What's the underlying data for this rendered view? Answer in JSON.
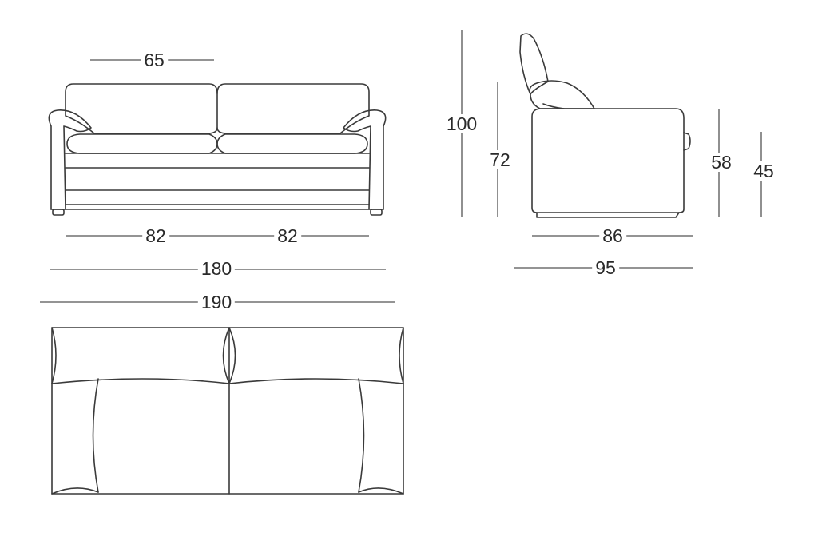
{
  "diagram": {
    "title": "Sofa dimension drawing",
    "views": [
      "front-view",
      "side-view",
      "top-view"
    ],
    "dimensions": {
      "back_cushion_width": "65",
      "seat_width_left": "82",
      "seat_width_right": "82",
      "inner_width": "180",
      "overall_width": "190",
      "overall_height": "100",
      "back_height": "72",
      "arm_height": "58",
      "seat_height": "45",
      "seat_depth": "86",
      "overall_depth": "95"
    },
    "colors": {
      "line": "#3a3a3a",
      "background": "#ffffff"
    }
  }
}
